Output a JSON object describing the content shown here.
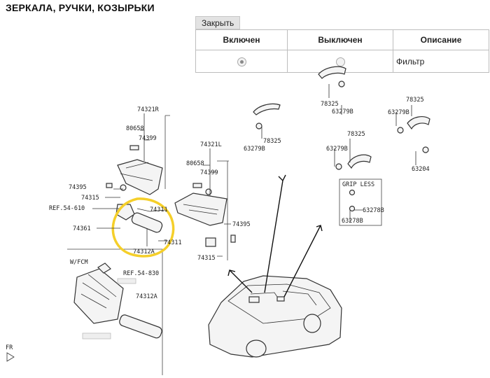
{
  "page": {
    "title": "ЗЕРКАЛА, РУЧКИ, КОЗЫРЬКИ"
  },
  "filter_panel": {
    "close_label": "Закрыть",
    "columns": [
      "Включен",
      "Выключен",
      "Описание"
    ],
    "row": {
      "included_selected": true,
      "excluded_selected": false,
      "description": "Фильтр"
    }
  },
  "diagram": {
    "labels": {
      "p74321r": "74321R",
      "p80658a": "80658",
      "p74399a": "74399",
      "p74395a": "74395",
      "p74315a": "74315",
      "ref54610": "REF.54-610",
      "p74311a": "74311",
      "p74361": "74361",
      "p74312a_a": "74312A",
      "p74321l": "74321L",
      "p80658b": "80658",
      "p74399b": "74399",
      "p74395b": "74395",
      "p74311b": "74311",
      "p74315b": "74315",
      "p78325a": "78325",
      "p63279b_a": "63279B",
      "p63279b_b": "63279B",
      "p78325b": "78325",
      "p63279b_c": "63279B",
      "p78325c": "78325",
      "p78325d": "78325",
      "p63279b_d": "63279B",
      "p63204": "63204",
      "gripless": "GRIP LESS",
      "p63278b_a": "63278B",
      "p63278b_b": "63278B",
      "wfcm": "W/FCM",
      "ref54830": "REF.54-830",
      "p74312a_b": "74312A",
      "fr": "FR"
    }
  }
}
